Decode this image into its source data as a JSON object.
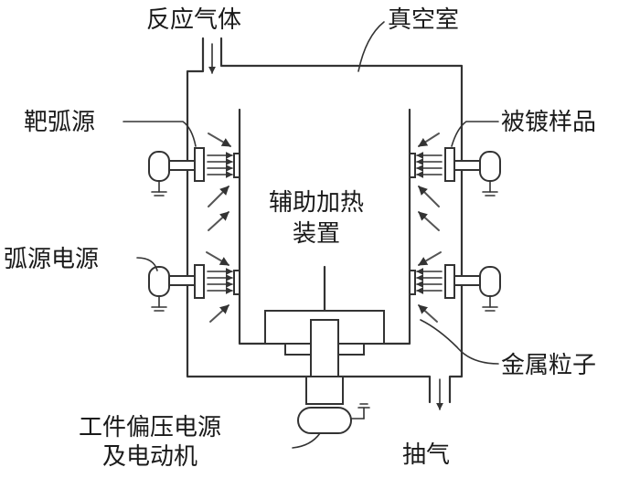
{
  "labels": {
    "reaction_gas": "反应气体",
    "vacuum_chamber": "真空室",
    "target_arc_source": "靶弧源",
    "coated_sample": "被镀样品",
    "aux_heating_line1": "辅助加热",
    "aux_heating_line2": "装置",
    "arc_power": "弧源电源",
    "metal_particles": "金属粒子",
    "workpiece_bias_line1": "工件偏压电源",
    "workpiece_bias_line2": "及电动机",
    "exhaust": "抽气"
  },
  "colors": {
    "line": "#333333",
    "text": "#1a1a1a",
    "background": "#ffffff"
  }
}
